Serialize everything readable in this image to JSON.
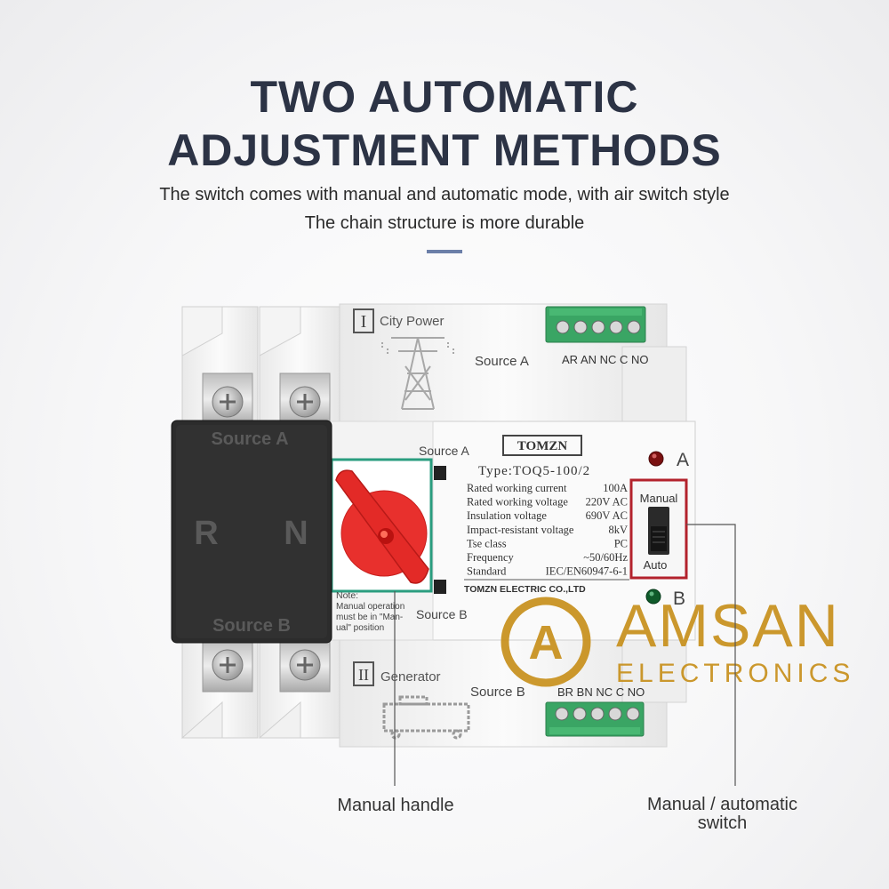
{
  "heading": {
    "line1": "TWO AUTOMATIC",
    "line2": "ADJUSTMENT METHODS"
  },
  "subtitle": {
    "line1": "The switch comes with manual and automatic mode, with air switch style",
    "line2": "The chain structure is more durable"
  },
  "colors": {
    "heading": "#2c3345",
    "accent_divider": "#6b7fa8",
    "handle_red": "#e8302d",
    "handle_frame": "#2a9d7f",
    "switch_frame": "#b3222c",
    "terminal_green": "#3aa564",
    "logo_gold": "#c8901c"
  },
  "device": {
    "breaker_source_a": "Source A",
    "breaker_r": "R",
    "breaker_n": "N",
    "breaker_source_b": "Source B",
    "top_roman": "I",
    "top_label": "City Power",
    "top_source": "Source A",
    "top_terminals": "AR AN NC C NO",
    "bottom_roman": "II",
    "bottom_label": "Generator",
    "bottom_source": "Source B",
    "bottom_terminals": "BR BN NC C NO",
    "front_source_a": "Source A",
    "front_source_b": "Source B",
    "brand": "TOMZN",
    "type_line": "Type:TOQ5-100/2",
    "specs": [
      {
        "label": "Rated working current",
        "value": "100A"
      },
      {
        "label": "Rated working voltage",
        "value": "220V AC"
      },
      {
        "label": "Insulation voltage",
        "value": "690V AC"
      },
      {
        "label": "Impact-resistant voltage",
        "value": "8kV"
      },
      {
        "label": "Tse class",
        "value": "PC"
      },
      {
        "label": "Frequency",
        "value": "~50/60Hz"
      },
      {
        "label": "Standard",
        "value": "IEC/EN60947-6-1"
      }
    ],
    "maker": "TOMZN ELECTRIC CO.,LTD",
    "note_title": "Note:",
    "note_l1": "Manual operation",
    "note_l2": "must be in \"Man-",
    "note_l3": "ual\" position",
    "indicator_a": "A",
    "indicator_b": "B",
    "switch_manual": "Manual",
    "switch_auto": "Auto"
  },
  "watermark": {
    "emblem": "A",
    "name": "AMSAN",
    "tagline": "ELECTRONICS"
  },
  "callouts": {
    "handle": "Manual handle",
    "switch_l1": "Manual / automatic",
    "switch_l2": "switch"
  }
}
